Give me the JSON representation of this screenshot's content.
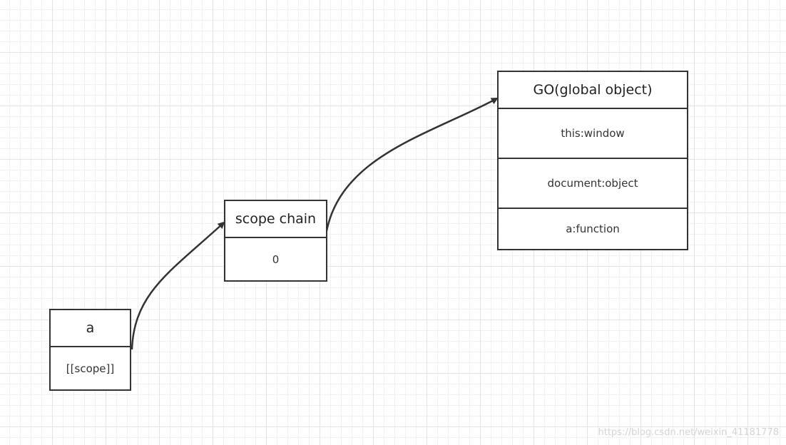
{
  "diagram": {
    "nodes": {
      "a": {
        "title": "a",
        "fields": [
          "[[scope]]"
        ]
      },
      "scope_chain": {
        "title": "scope chain",
        "fields": [
          "0"
        ]
      },
      "go": {
        "title": "GO(global object)",
        "fields": [
          "this:window",
          "document:object",
          "a:function"
        ]
      }
    },
    "edges": [
      {
        "from": "a.[[scope]]",
        "to": "scope_chain"
      },
      {
        "from": "scope_chain.0",
        "to": "go"
      }
    ]
  },
  "watermark": "https://blog.csdn.net/weixin_41181778",
  "colors": {
    "stroke": "#333333",
    "grid": "#e3e3e3",
    "background": "#ffffff"
  }
}
